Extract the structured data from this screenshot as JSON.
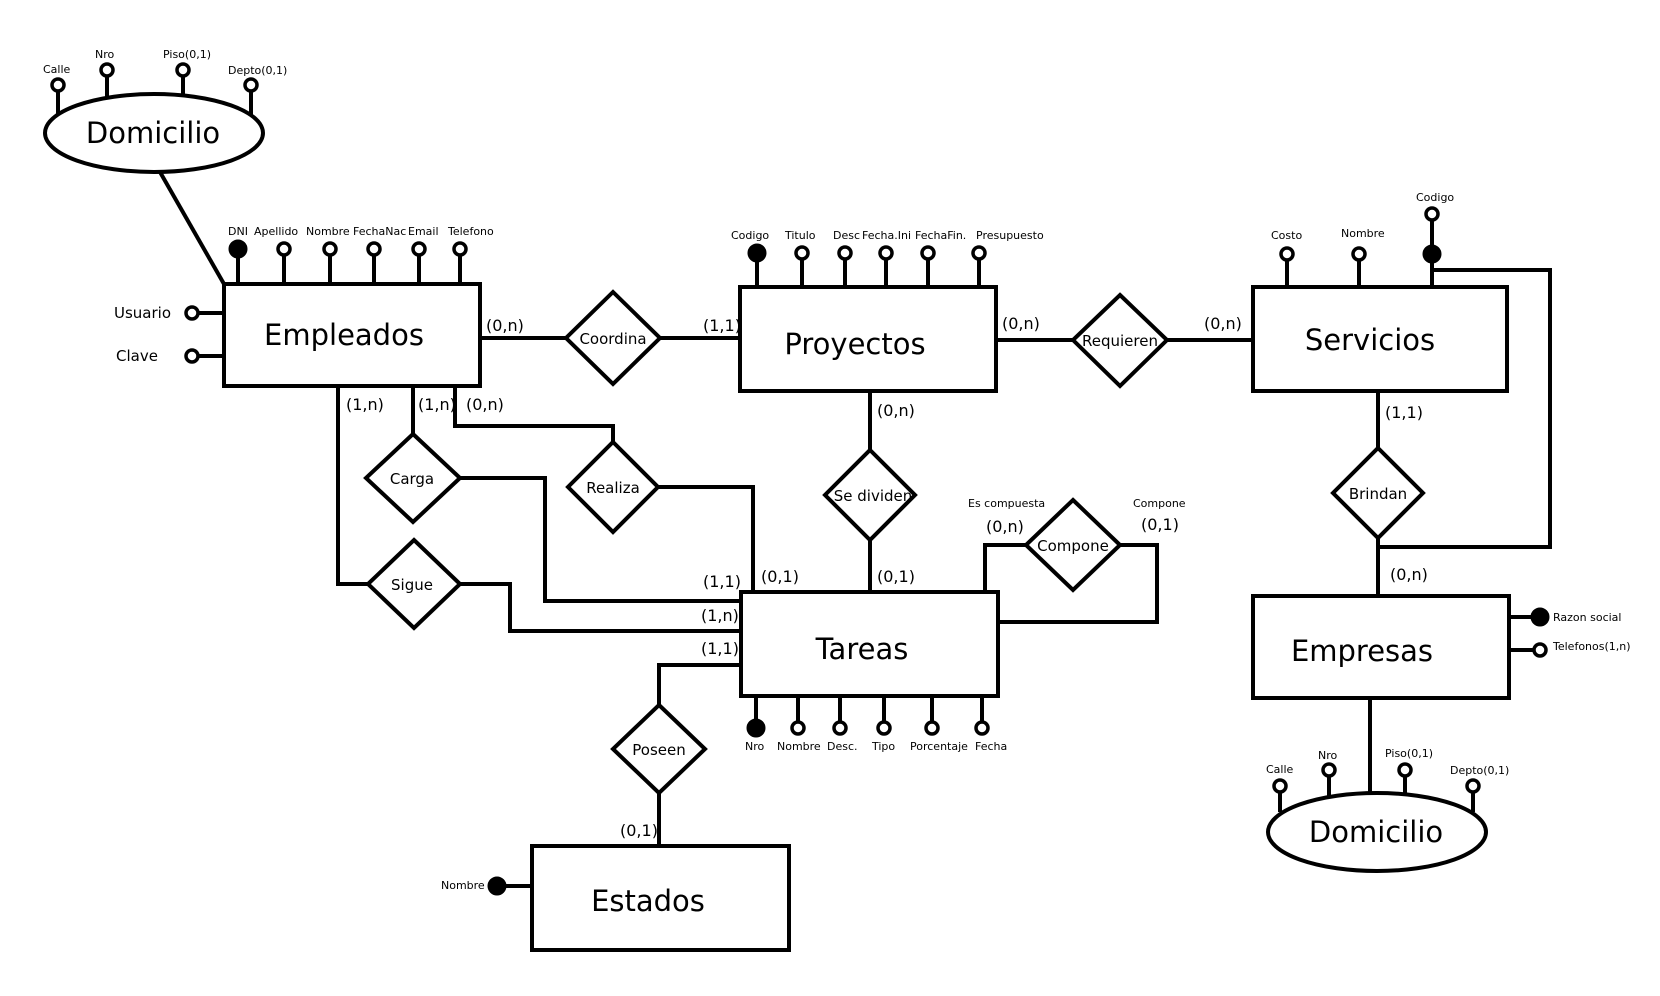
{
  "entities": {
    "empleados": "Empleados",
    "proyectos": "Proyectos",
    "servicios": "Servicios",
    "tareas": "Tareas",
    "empresas": "Empresas",
    "estados": "Estados",
    "domicilio_emp": "Domicilio",
    "domicilio_empresa": "Domicilio"
  },
  "relationships": {
    "coordina": "Coordina",
    "requieren": "Requieren",
    "carga": "Carga",
    "realiza": "Realiza",
    "se_dividen": "Se dividen",
    "compone": "Compone",
    "sigue": "Sigue",
    "brindan": "Brindan",
    "poseen": "Poseen"
  },
  "attributes": {
    "domicilio_emp": {
      "calle": "Calle",
      "nro": "Nro",
      "piso": "Piso(0,1)",
      "depto": "Depto(0,1)"
    },
    "empleados": {
      "dni": "DNI",
      "apellido": "Apellido",
      "nombre": "Nombre",
      "fechanac": "FechaNac",
      "email": "Email",
      "telefono": "Telefono",
      "usuario": "Usuario",
      "clave": "Clave"
    },
    "proyectos": {
      "codigo": "Codigo",
      "titulo": "Titulo",
      "desc": "Desc",
      "fecha_ini": "Fecha.Ini",
      "fecha_fin": "FechaFin.",
      "presupuesto": "Presupuesto"
    },
    "servicios": {
      "costo": "Costo",
      "nombre": "Nombre",
      "codigo": "Codigo"
    },
    "tareas": {
      "nro": "Nro",
      "nombre": "Nombre",
      "desc": "Desc.",
      "tipo": "Tipo",
      "porcentaje": "Porcentaje",
      "fecha": "Fecha"
    },
    "compone": {
      "es_compuesta": "Es compuesta",
      "compone": "Compone"
    },
    "empresas": {
      "razon_social": "Razon social",
      "telefonos": "Telefonos(1,n)"
    },
    "domicilio_empresa": {
      "calle": "Calle",
      "nro": "Nro",
      "piso": "Piso(0,1)",
      "depto": "Depto(0,1)"
    },
    "estados": {
      "nombre": "Nombre"
    }
  },
  "cardinalities": {
    "empleados_coordina": "(0,n)",
    "proyectos_coordina": "(1,1)",
    "proyectos_requieren": "(0,n)",
    "servicios_requieren": "(0,n)",
    "empleados_sigue": "(1,n)",
    "empleados_carga": "(1,n)",
    "empleados_realiza": "(0,n)",
    "proyectos_se_dividen": "(0,n)",
    "tareas_carga": "(1,1)",
    "tareas_realiza": "(0,1)",
    "tareas_se_dividen": "(0,1)",
    "tareas_sigue": "(1,n)",
    "tareas_poseen": "(1,1)",
    "estados_poseen": "(0,1)",
    "compone_es_compuesta": "(0,n)",
    "compone_compone": "(0,1)",
    "servicios_brindan": "(1,1)",
    "empresas_brindan": "(0,n)"
  }
}
